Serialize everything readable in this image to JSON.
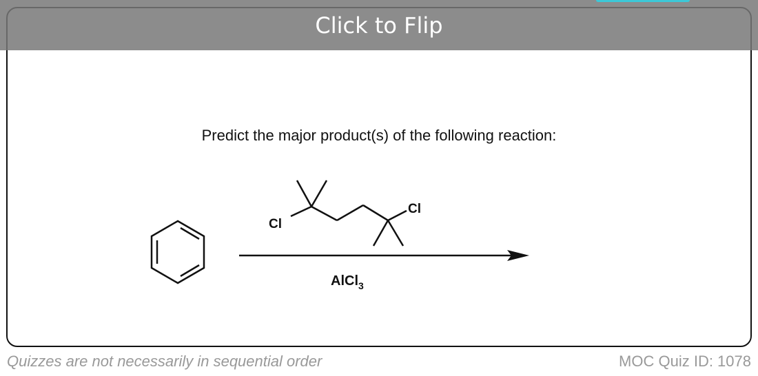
{
  "header": {
    "flip_label": "Click to Flip"
  },
  "card": {
    "question": "Predict the major product(s) of the following reaction:",
    "reagent_label": "Cl",
    "reagent_label_2": "Cl",
    "catalyst": "AlCl",
    "catalyst_subscript": "3"
  },
  "footer": {
    "note": "Quizzes are not necessarily in sequential order",
    "quiz_id": "MOC Quiz ID: 1078"
  }
}
